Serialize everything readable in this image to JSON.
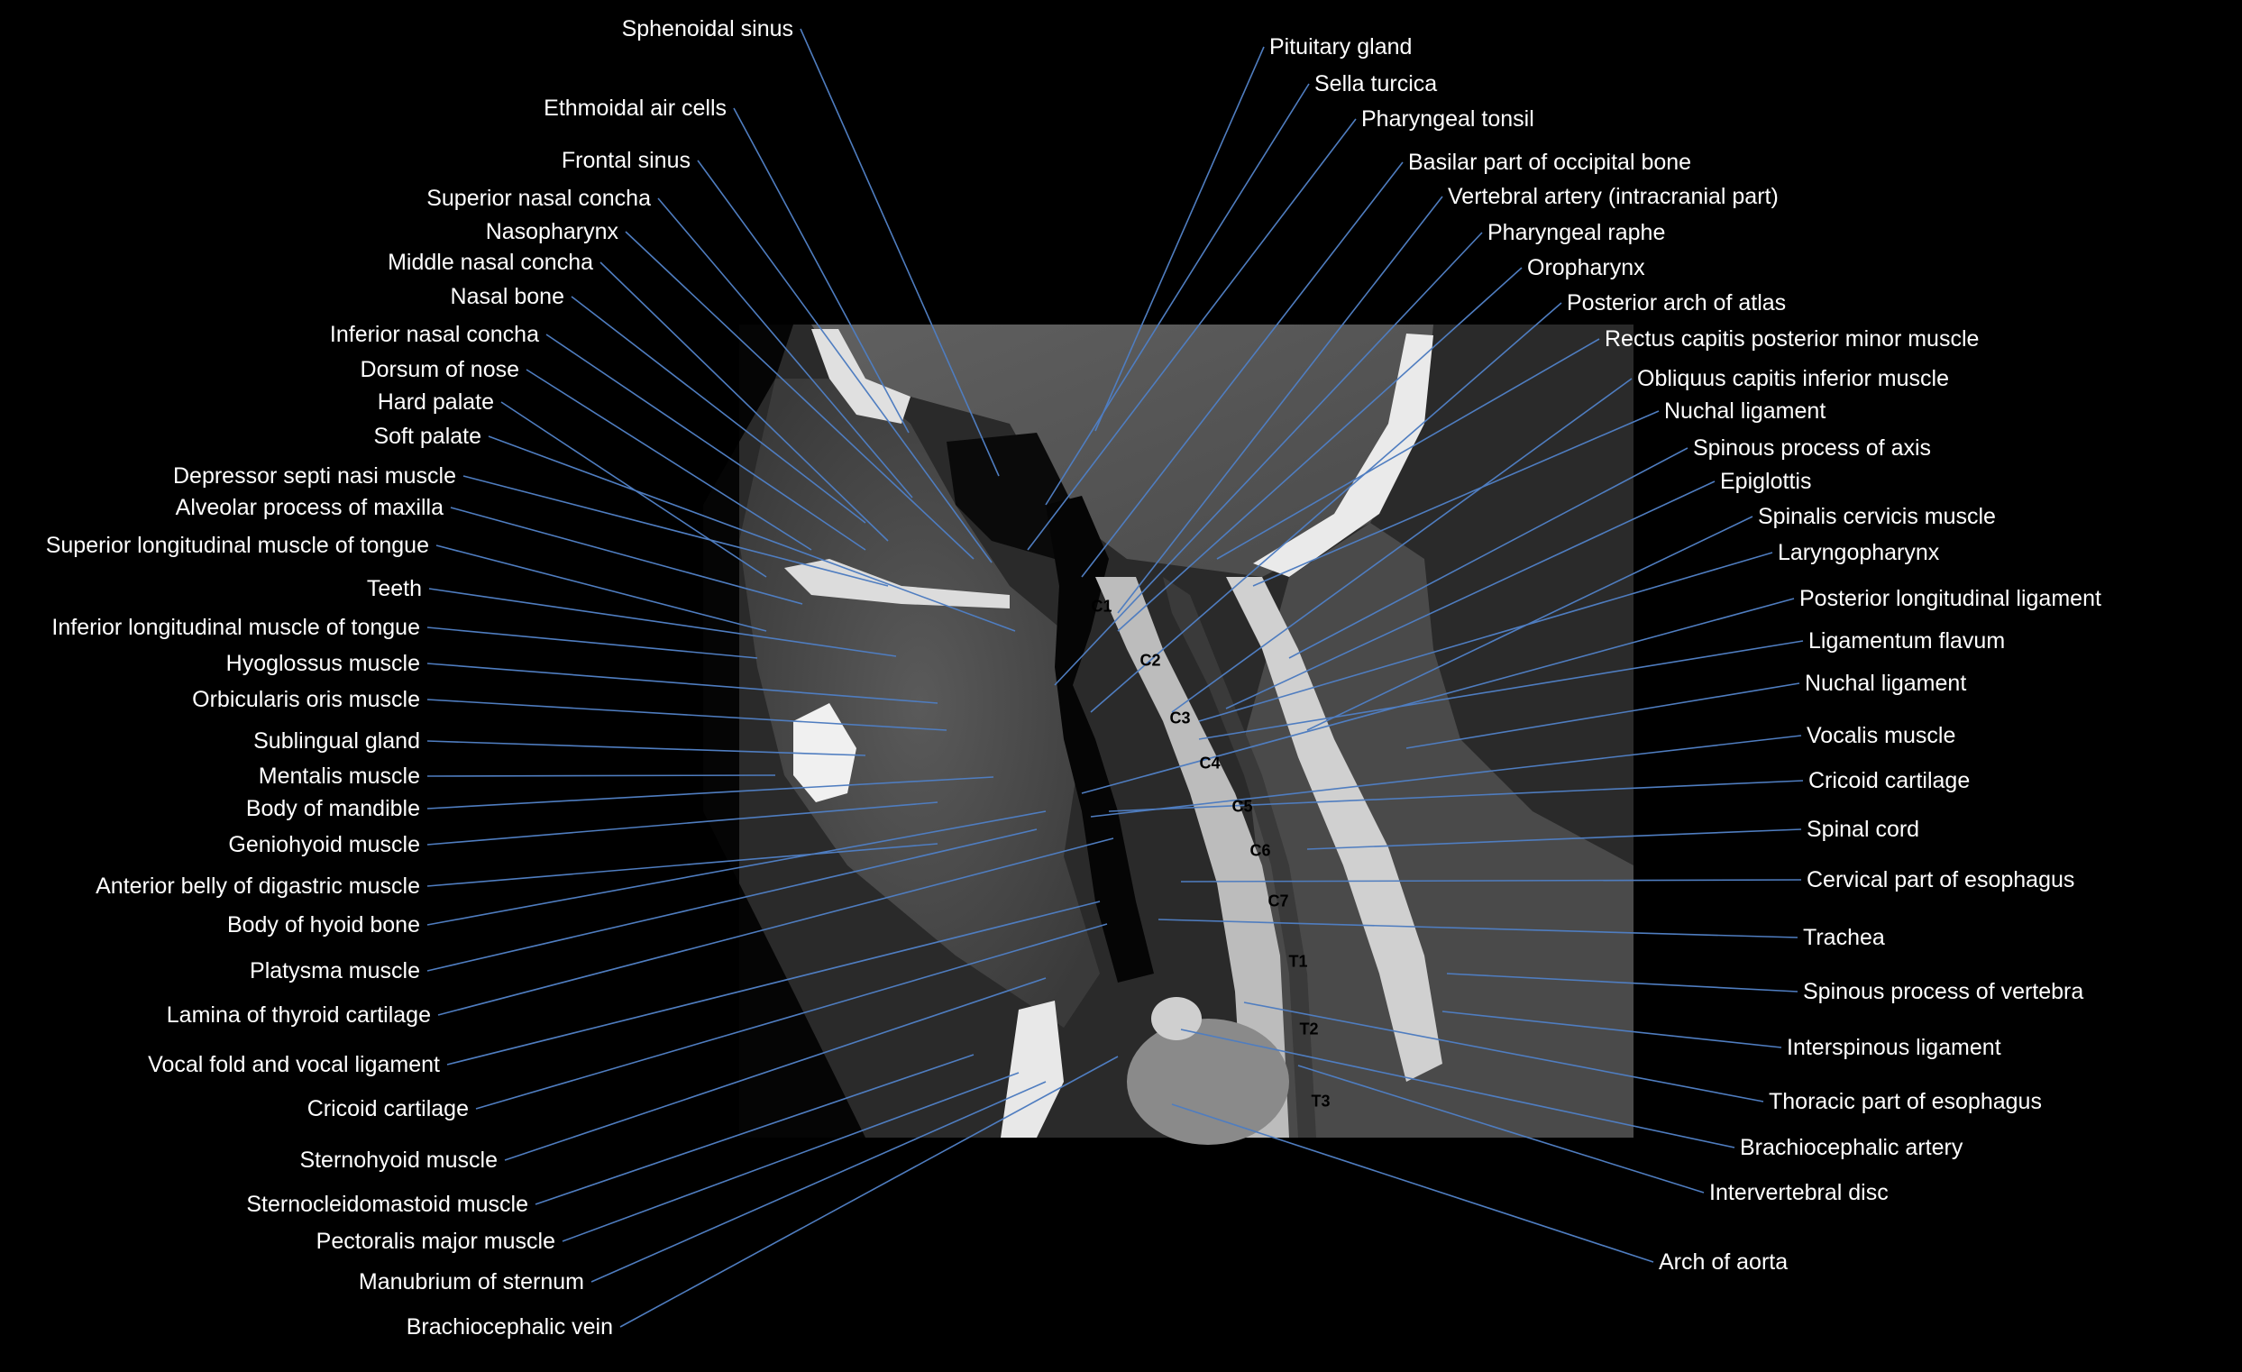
{
  "left_labels": [
    {
      "text": "Sphenoidal sinus"
    },
    {
      "text": "Ethmoidal air cells"
    },
    {
      "text": "Frontal sinus"
    },
    {
      "text": "Superior nasal concha"
    },
    {
      "text": "Nasopharynx"
    },
    {
      "text": "Middle nasal concha"
    },
    {
      "text": "Nasal bone"
    },
    {
      "text": "Inferior nasal concha"
    },
    {
      "text": "Dorsum of nose"
    },
    {
      "text": "Hard palate"
    },
    {
      "text": "Soft palate"
    },
    {
      "text": "Depressor septi nasi muscle"
    },
    {
      "text": "Alveolar process of maxilla"
    },
    {
      "text": "Superior longitudinal muscle of tongue"
    },
    {
      "text": "Teeth"
    },
    {
      "text": "Inferior longitudinal muscle of tongue"
    },
    {
      "text": "Hyoglossus muscle"
    },
    {
      "text": "Orbicularis oris muscle"
    },
    {
      "text": "Sublingual gland"
    },
    {
      "text": "Mentalis muscle"
    },
    {
      "text": "Body of mandible"
    },
    {
      "text": "Geniohyoid muscle"
    },
    {
      "text": "Anterior belly of digastric muscle"
    },
    {
      "text": "Body of hyoid bone"
    },
    {
      "text": "Platysma muscle"
    },
    {
      "text": "Lamina of thyroid cartilage"
    },
    {
      "text": "Vocal fold and vocal ligament"
    },
    {
      "text": "Cricoid cartilage"
    },
    {
      "text": "Sternohyoid muscle"
    },
    {
      "text": "Sternocleidomastoid muscle"
    },
    {
      "text": "Pectoralis major muscle"
    },
    {
      "text": "Manubrium of sternum"
    },
    {
      "text": "Brachiocephalic vein"
    }
  ],
  "right_labels": [
    {
      "text": "Pituitary gland"
    },
    {
      "text": "Sella turcica"
    },
    {
      "text": "Pharyngeal tonsil"
    },
    {
      "text": "Basilar part of occipital bone"
    },
    {
      "text": "Vertebral artery (intracranial part)"
    },
    {
      "text": "Pharyngeal raphe"
    },
    {
      "text": "Oropharynx"
    },
    {
      "text": "Posterior arch of atlas"
    },
    {
      "text": "Rectus capitis posterior minor muscle"
    },
    {
      "text": "Obliquus capitis inferior muscle"
    },
    {
      "text": "Nuchal ligament"
    },
    {
      "text": "Spinous process of axis"
    },
    {
      "text": "Epiglottis"
    },
    {
      "text": "Spinalis cervicis muscle"
    },
    {
      "text": "Laryngopharynx"
    },
    {
      "text": "Posterior longitudinal ligament"
    },
    {
      "text": "Ligamentum flavum"
    },
    {
      "text": "Nuchal ligament"
    },
    {
      "text": "Vocalis muscle"
    },
    {
      "text": "Cricoid cartilage"
    },
    {
      "text": "Spinal cord"
    },
    {
      "text": "Cervical part of esophagus"
    },
    {
      "text": "Trachea"
    },
    {
      "text": "Spinous process of vertebra"
    },
    {
      "text": "Interspinous ligament"
    },
    {
      "text": "Thoracic part of esophagus"
    },
    {
      "text": "Brachiocephalic artery"
    },
    {
      "text": "Intervertebral disc"
    },
    {
      "text": "Arch of aorta"
    }
  ],
  "vertebrae": [
    {
      "text": "C1"
    },
    {
      "text": "C2"
    },
    {
      "text": "C3"
    },
    {
      "text": "C4"
    },
    {
      "text": "C5"
    },
    {
      "text": "C6"
    },
    {
      "text": "C7"
    },
    {
      "text": "T1"
    },
    {
      "text": "T2"
    },
    {
      "text": "T3"
    }
  ],
  "colors": {
    "leader": "#4f7dc0",
    "label": "#ffffff",
    "background": "#000000"
  }
}
